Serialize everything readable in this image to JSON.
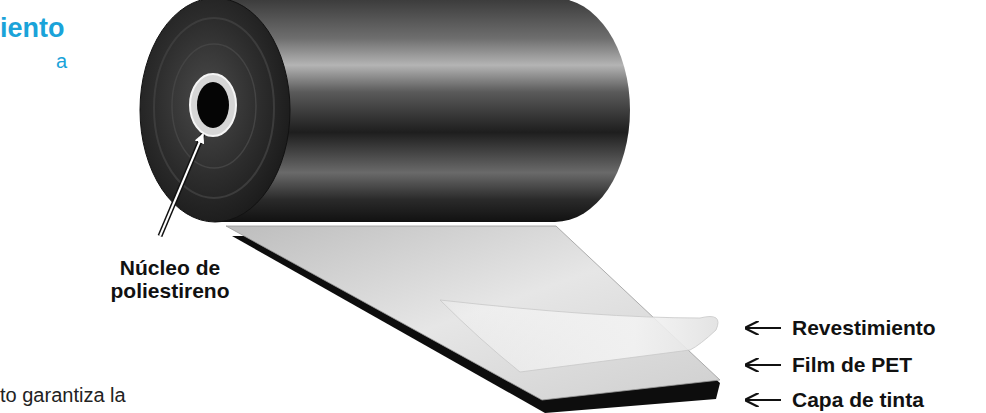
{
  "diagram": {
    "labels": [
      "iento",
      "a",
      "Núcleo de poliestireno",
      "Revestimiento",
      "Film de PET",
      "Capa de tinta",
      "to garantiza la"
    ]
  }
}
